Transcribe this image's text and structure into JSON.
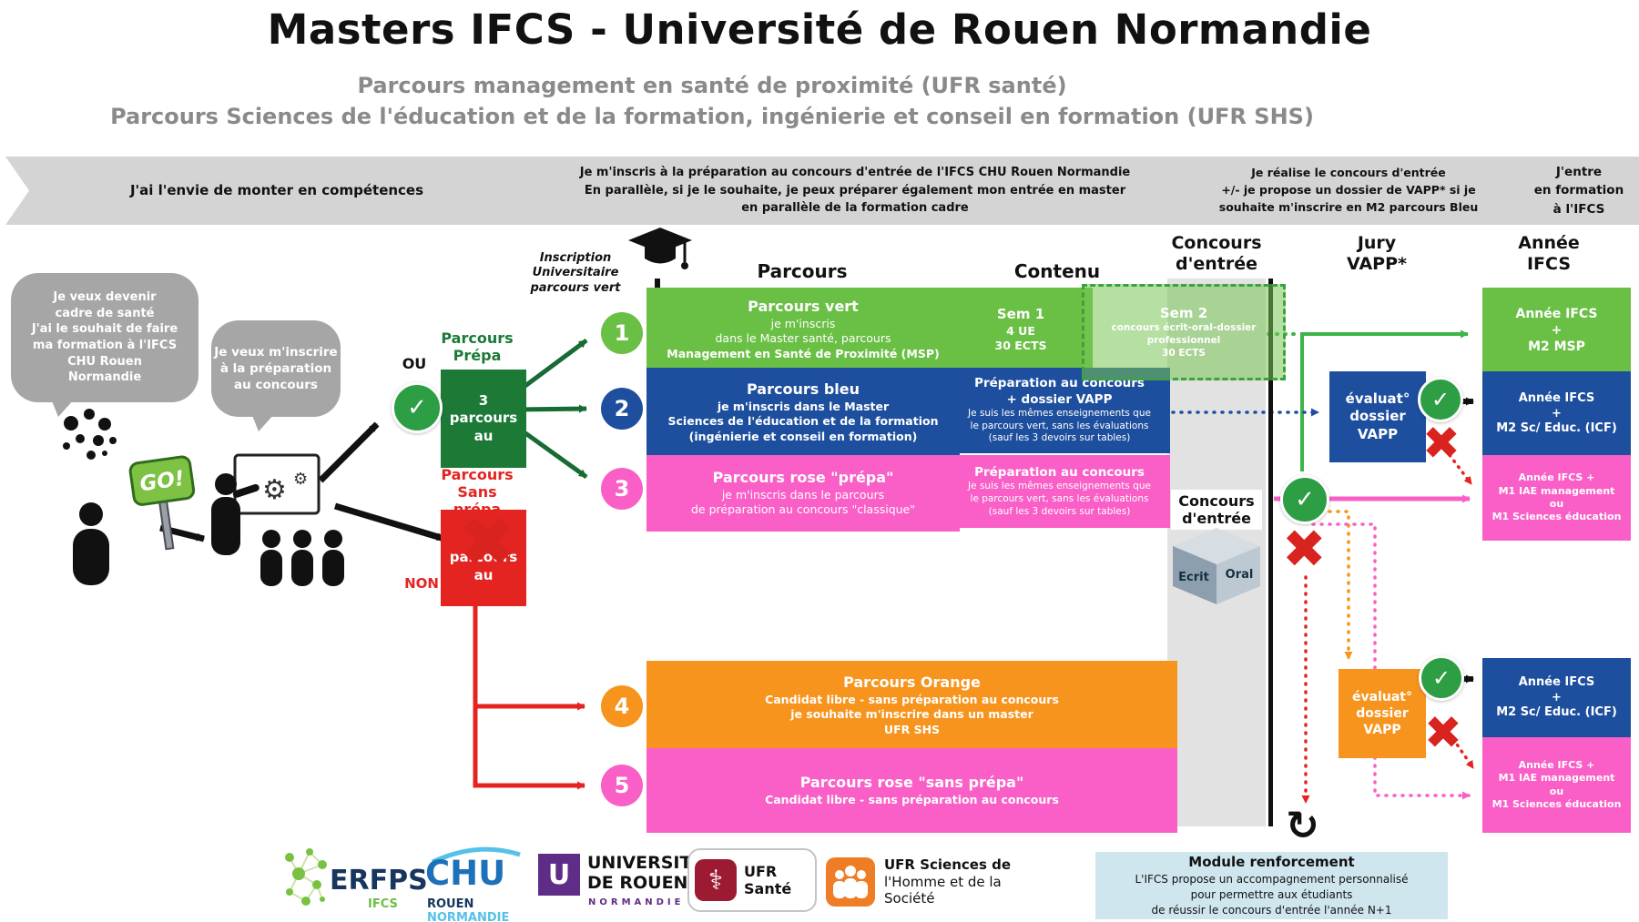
{
  "header": {
    "title": "Masters  IFCS - Université de Rouen Normandie",
    "subtitle1": "Parcours management en santé de proximité (UFR santé)",
    "subtitle2": "Parcours Sciences de l'éducation et de la formation, ingénierie et conseil en formation (UFR SHS)"
  },
  "steps": {
    "step1": "J'ai l'envie de monter en compétences",
    "step2": "Je m'inscris à la préparation au concours d'entrée de l'IFCS CHU Rouen Normandie\nEn parallèle, si je le souhaite, je peux préparer également mon entrée en master\nen parallèle de la formation  cadre",
    "step3": "Je réalise le concours d'entrée\n+/- je propose un dossier de VAPP* si je\nsouhaite m'inscrire en M2 parcours Bleu",
    "step4": "J'entre\nen formation\nà l'IFCS"
  },
  "left_scene": {
    "bubble1": "Je veux devenir\ncadre de santé\nJ'ai le souhait de faire\nma formation à l'IFCS\nCHU Rouen\nNormandie",
    "bubble2": "Je veux m'inscrire\nà la préparation\nau concours",
    "go_sign": "GO!",
    "ou_label": "OU",
    "non_label": "NON",
    "prepa_label": "Parcours\nPrépa",
    "prepa_box": "3 parcours au",
    "sans_prepa_label": "Parcours\nSans prépa",
    "sans_prepa_box": "2 parcours au"
  },
  "columns": {
    "inscription_note": "Inscription\nUniversitaire\nparcours vert",
    "parcours": "Parcours",
    "contenu": "Contenu",
    "concours": "Concours\nd'entrée",
    "jury": "Jury\nVAPP*",
    "annee": "Année\nIFCS"
  },
  "rows": {
    "r1": {
      "num": "1",
      "title": "Parcours vert",
      "body": "je m'inscris\ndans le Master santé, parcours",
      "emph": "Management en Santé de Proximité (MSP)",
      "sem1_title": "Sem 1",
      "sem1_body": "4 UE\n30 ECTS",
      "sem2_title": "Sem 2",
      "sem2_body": "concours écrit-oral-dossier\nprofessionnel\n30 ECTS"
    },
    "r2": {
      "num": "2",
      "title": "Parcours bleu",
      "body": "je m'inscris dans le Master\nSciences de l'éducation et de la formation\n(ingénierie et conseil en formation)",
      "contenu_title": "Préparation au concours\n+ dossier VAPP",
      "contenu_body": "Je suis les mêmes enseignements que\nle parcours vert, sans les évaluations\n(sauf les 3 devoirs sur tables)"
    },
    "r3": {
      "num": "3",
      "title": "Parcours rose \"prépa\"",
      "body": "je m'inscris dans le parcours\nde préparation au concours \"classique\"",
      "contenu_title": "Préparation au concours",
      "contenu_body": "Je suis les mêmes enseignements que\nle parcours vert, sans les évaluations\n(sauf les 3 devoirs sur tables)"
    },
    "r4": {
      "num": "4",
      "title": "Parcours Orange",
      "body": "Candidat libre - sans préparation au concours\nje souhaite m'inscrire dans un master\nUFR SHS"
    },
    "r5": {
      "num": "5",
      "title": "Parcours rose \"sans prépa\"",
      "body": "Candidat libre - sans préparation au concours"
    }
  },
  "concours": {
    "label": "Concours\nd'entrée",
    "ecrit": "Ecrit",
    "oral": "Oral"
  },
  "jury": {
    "blue_box": "évaluat°\ndossier\nVAPP",
    "orange_box": "évaluat°\ndossier\nVAPP"
  },
  "outcomes": {
    "green": "Année IFCS\n+\nM2 MSP",
    "blue_top": "Année IFCS\n+\nM2 Sc/ Educ. (ICF)",
    "pink_top": "Année IFCS +\nM1 IAE management\nou\nM1 Sciences éducation",
    "blue_bottom": "Année IFCS\n+\nM2 Sc/ Educ. (ICF)",
    "pink_bottom": "Année IFCS +\nM1 IAE management\nou\nM1 Sciences éducation"
  },
  "module": {
    "title": "Module renforcement",
    "body": "L'IFCS propose un accompagnement personnalisé\npour permettre aux étudiants\nde réussir  le concours d'entrée l'année N+1"
  },
  "logos": {
    "erfps": "ERFPS",
    "erfps_sub": "IFCS",
    "chu": "CHU",
    "chu_city": "ROUEN",
    "chu_region": "NORMANDIE",
    "univ_initial": "U",
    "univ_line1": "UNIVERSITÉ",
    "univ_line2": "DE ROUEN",
    "univ_region": "NORMANDIE",
    "ufr_sante": "UFR Santé",
    "ufr_shs_line1": "UFR Sciences de",
    "ufr_shs_line2": "l'Homme et de la Société"
  },
  "icons": {
    "check": "✓",
    "cross": "✖",
    "gear_large": "⚙",
    "gear_small": "⚙",
    "caduceus": "⚕",
    "cycle": "↻"
  },
  "colors": {
    "green": "#6abf45",
    "dark_green": "#1c7a36",
    "blue": "#1d4f9e",
    "pink": "#f95fc6",
    "orange": "#f7941d",
    "red": "#e42420",
    "step_gray": "#d4d4d4",
    "bubble_gray": "#a6a6a6",
    "module_blue": "#cfe6ef"
  }
}
